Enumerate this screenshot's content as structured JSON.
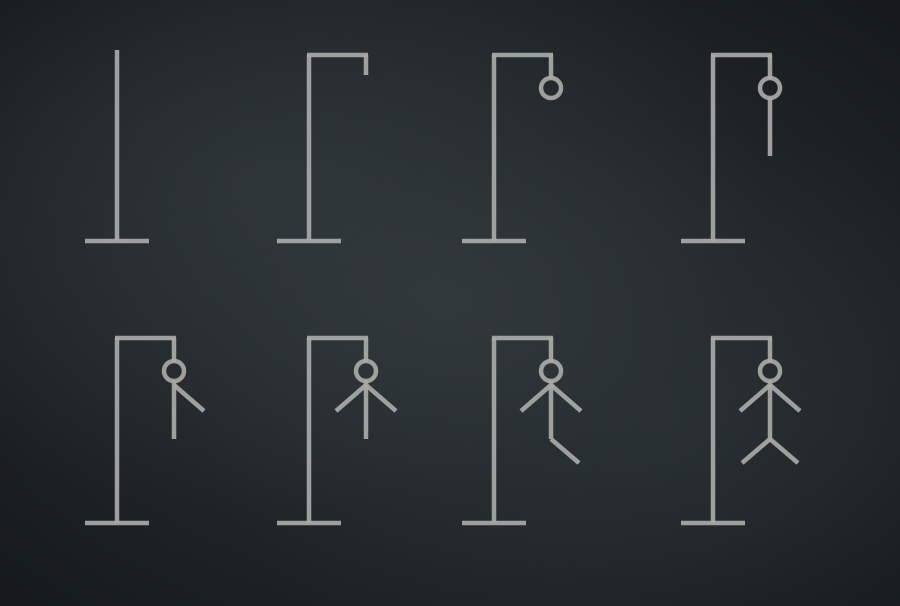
{
  "game": "hangman",
  "colors": {
    "board": "#1e2326",
    "chalk": "#a9aaa8"
  },
  "stages": [
    {
      "stage": 1,
      "parts": [
        "base",
        "pole"
      ]
    },
    {
      "stage": 2,
      "parts": [
        "base",
        "pole",
        "beam",
        "rope"
      ]
    },
    {
      "stage": 3,
      "parts": [
        "base",
        "pole",
        "beam",
        "head"
      ]
    },
    {
      "stage": 4,
      "parts": [
        "base",
        "pole",
        "beam",
        "head",
        "body"
      ]
    },
    {
      "stage": 5,
      "parts": [
        "base",
        "pole",
        "beam",
        "head",
        "body",
        "right-arm"
      ]
    },
    {
      "stage": 6,
      "parts": [
        "base",
        "pole",
        "beam",
        "head",
        "body",
        "left-arm",
        "right-arm"
      ]
    },
    {
      "stage": 7,
      "parts": [
        "base",
        "pole",
        "beam",
        "head",
        "body",
        "left-arm",
        "right-arm",
        "right-leg"
      ]
    },
    {
      "stage": 8,
      "parts": [
        "base",
        "pole",
        "beam",
        "head",
        "body",
        "left-arm",
        "right-arm",
        "left-leg",
        "right-leg"
      ]
    }
  ]
}
